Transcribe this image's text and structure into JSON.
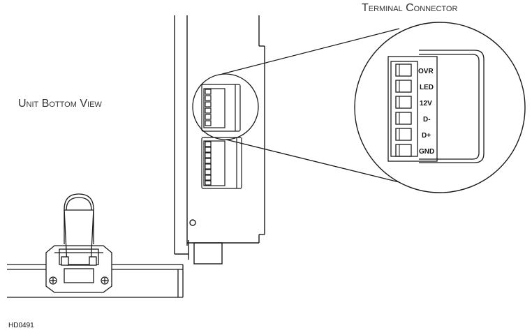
{
  "captions": {
    "terminal_connector": "Terminal Connector",
    "unit_bottom_view": "Unit Bottom View",
    "drawing_code": "HD0491"
  },
  "terminal_labels": [
    "OVR",
    "LED",
    "12V",
    "D-",
    "D+",
    "GND"
  ]
}
